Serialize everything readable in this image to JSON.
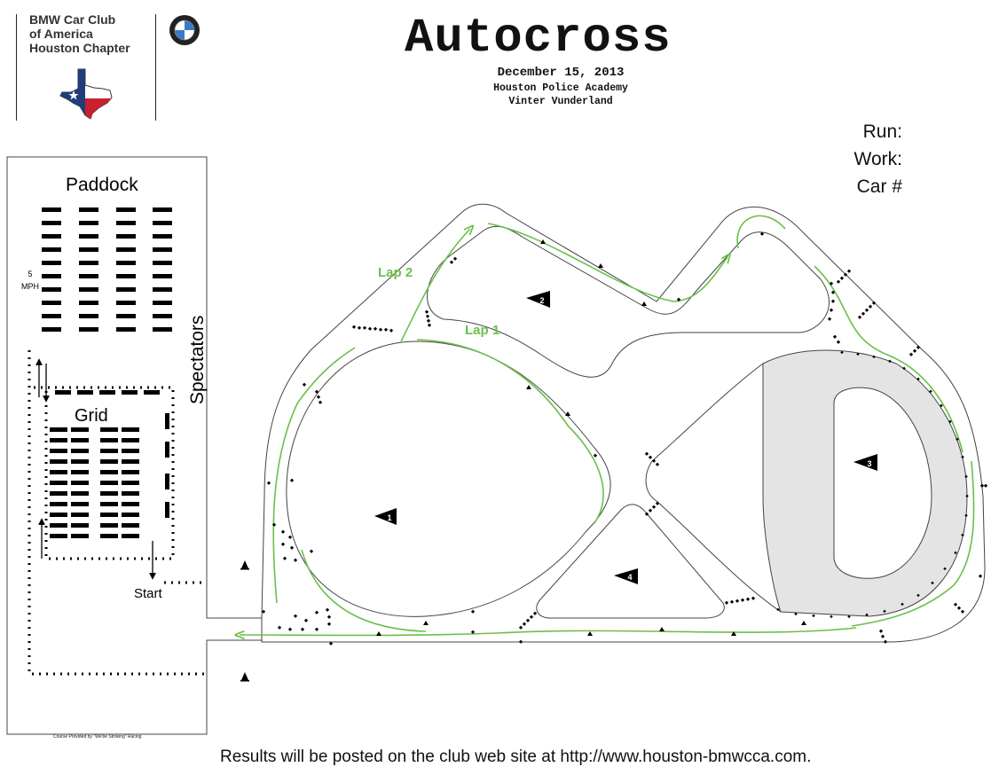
{
  "header": {
    "club_line1": "BMW Car Club",
    "club_line2": "of America",
    "club_line3": "Houston Chapter",
    "title": "Autocross",
    "date": "December 15, 2013",
    "venue": "Houston Police Academy",
    "theme": "Vinter Vunderland"
  },
  "run_box": {
    "run": "Run:",
    "work": "Work:",
    "car": "Car #"
  },
  "map": {
    "paddock": "Paddock",
    "speed_limit_line1": "5",
    "speed_limit_line2": "MPH",
    "grid": "Grid",
    "spectators": "Spectators",
    "start": "Start",
    "lap1": "Lap 1",
    "lap2": "Lap 2",
    "stations": [
      "1",
      "2",
      "3",
      "4"
    ]
  },
  "colors": {
    "course_line": "#6cbf4a",
    "lap_label": "#6cbf4a",
    "shaded_area": "#e4e4e4",
    "flag_red": "#c8202f",
    "flag_blue": "#1f3d7a"
  },
  "footer": {
    "results": "Results will be posted on the club web site at http://www.houston-bmwcca.com.",
    "credit": "Course Provided by \"We'be Stroking\" Racing"
  }
}
